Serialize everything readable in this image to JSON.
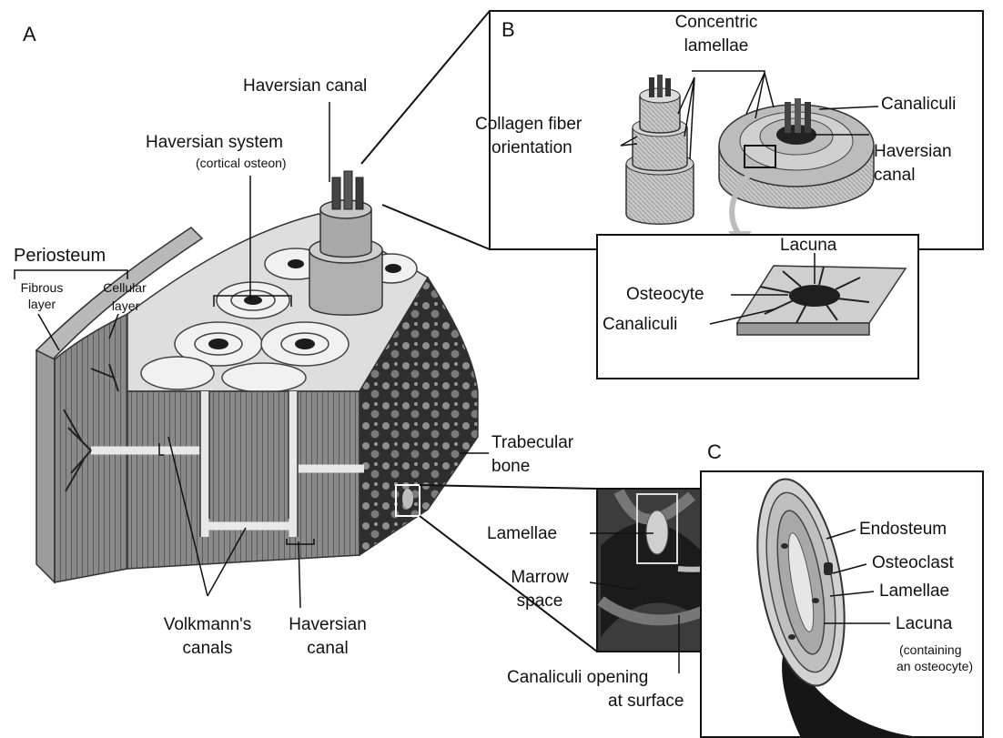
{
  "panels": {
    "a": "A",
    "b": "B",
    "c": "C"
  },
  "labels": {
    "haversian_canal_top": "Haversian canal",
    "haversian_system": "Haversian system",
    "cortical_osteon": "(cortical osteon)",
    "periosteum": "Periosteum",
    "fibrous": "Fibrous",
    "fibrous_layer": "layer",
    "cellular": "Cellular",
    "cellular_layer": "layer",
    "volkmanns": "Volkmann's",
    "volkmanns_canals": "canals",
    "haversian_bottom": "Haversian",
    "haversian_bottom_canal": "canal",
    "trabecular": "Trabecular",
    "trabecular_bone": "bone",
    "concentric": "Concentric",
    "concentric_lamellae": "lamellae",
    "collagen": "Collagen fiber",
    "collagen_orientation": "orientation",
    "canaliculi_b": "Canaliculi",
    "haversian_b": "Haversian",
    "haversian_b_canal": "canal",
    "lacuna_b": "Lacuna",
    "osteocyte": "Osteocyte",
    "canaliculi_inset": "Canaliculi",
    "lamellae_mid": "Lamellae",
    "marrow": "Marrow",
    "marrow_space": "space",
    "canaliculi_opening": "Canaliculi opening",
    "at_surface": "at surface",
    "endosteum": "Endosteum",
    "osteoclast": "Osteoclast",
    "lamellae_c": "Lamellae",
    "lacuna_c": "Lacuna",
    "containing": "(containing",
    "an_osteocyte": "an osteocyte)"
  }
}
